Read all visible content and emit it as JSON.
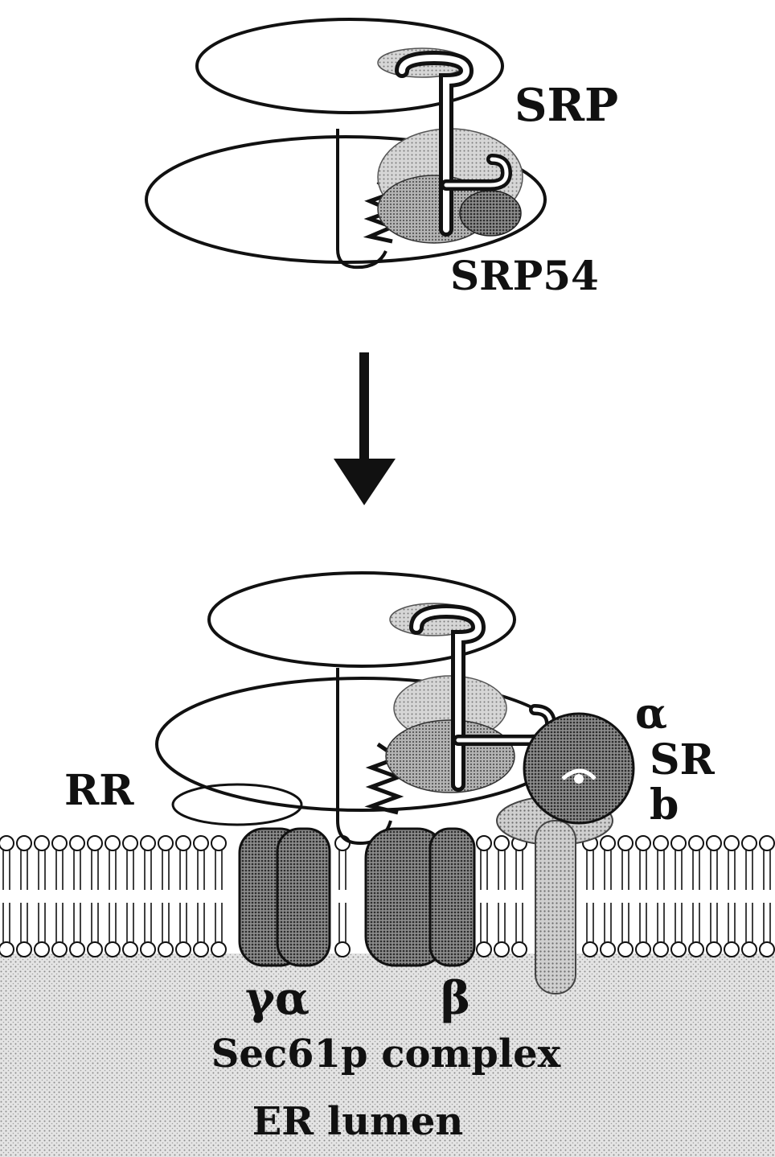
{
  "labels": {
    "srp": "SRP",
    "srp54": "SRP54",
    "rr": "RR",
    "sr_alpha": "α",
    "sr": "SR",
    "sr_b": "b",
    "gamma_alpha": "γα",
    "beta": "β",
    "sec61p": "Sec61p complex",
    "er_lumen": "ER lumen"
  },
  "colors": {
    "ink": "#111111",
    "background": "#ffffff",
    "lumen": "#dedede",
    "light_shade": "#c4c4c4",
    "medium_shade": "#a6a6a6",
    "dark_shade": "#6e6e6e",
    "receptor_beta": "#c8c8c8"
  }
}
